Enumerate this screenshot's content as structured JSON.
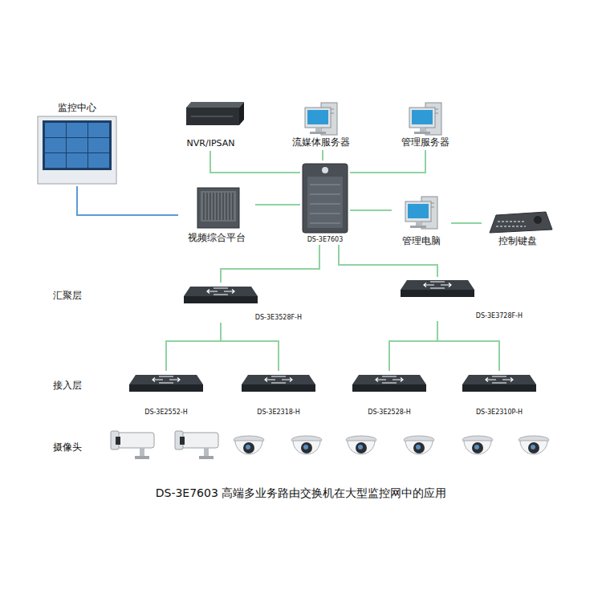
{
  "diagram": {
    "caption": "DS-3E7603 高端多业务路由交换机在大型监控网中的应用",
    "nodes": [
      {
        "text": [
          "监控中心"
        ]
      },
      {
        "text": [
          "NVR/IPSAN"
        ]
      },
      {
        "text": [
          "流媒体服务器"
        ]
      },
      {
        "text": [
          "管理服务器"
        ]
      },
      {
        "text": [
          "DS-3E7603"
        ]
      },
      {
        "text": [
          "视频综合平台"
        ]
      },
      {
        "text": [
          "管理电脑"
        ]
      },
      {
        "text": [
          "控制键盘"
        ]
      },
      {
        "text": [
          "DS-3E3528F-H"
        ]
      },
      {
        "text": [
          "DS-3E3728F-H"
        ]
      },
      {
        "text": [
          "DS-3E2552-H"
        ]
      },
      {
        "text": [
          "DS-3E2318-H"
        ]
      },
      {
        "text": [
          "DS-3E2528-H"
        ]
      },
      {
        "text": [
          "DS-3E2310P-H"
        ]
      }
    ],
    "edges": [
      {
        "from": 0,
        "to": 5,
        "arrow": "none"
      },
      {
        "from": 1,
        "to": 4,
        "arrow": "none"
      },
      {
        "from": 2,
        "to": 4,
        "arrow": "none"
      },
      {
        "from": 3,
        "to": 4,
        "arrow": "none"
      },
      {
        "from": 5,
        "to": 4,
        "arrow": "none"
      },
      {
        "from": 4,
        "to": 6,
        "arrow": "none"
      },
      {
        "from": 6,
        "to": 7,
        "arrow": "none"
      },
      {
        "from": 4,
        "to": 8,
        "arrow": "none"
      },
      {
        "from": 4,
        "to": 9,
        "arrow": "none"
      },
      {
        "from": 8,
        "to": 10,
        "arrow": "none"
      },
      {
        "from": 8,
        "to": 11,
        "arrow": "none"
      },
      {
        "from": 9,
        "to": 12,
        "arrow": "none"
      },
      {
        "from": 9,
        "to": 13,
        "arrow": "none"
      }
    ],
    "labels": [
      "汇聚层",
      "接入层",
      "摄像头"
    ]
  }
}
